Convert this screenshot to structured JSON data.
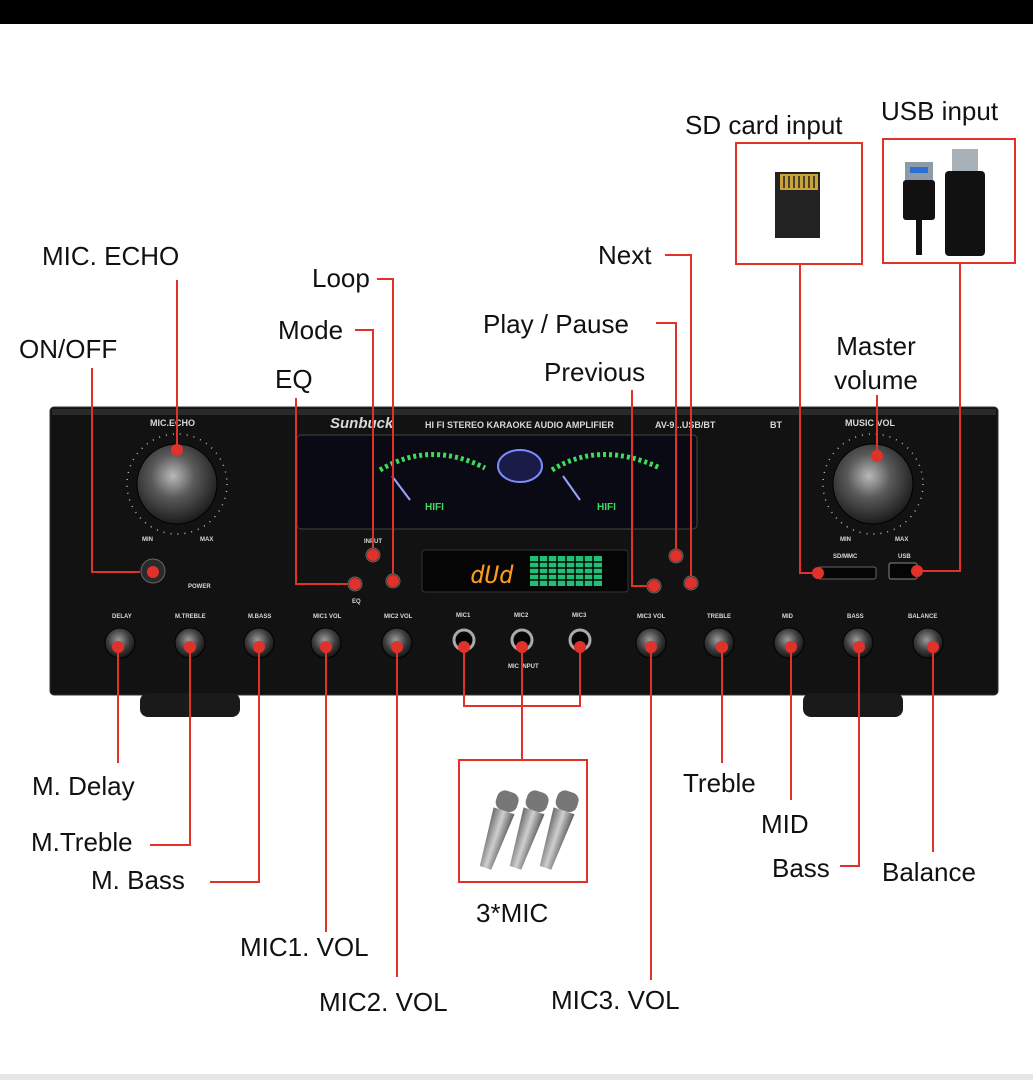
{
  "brand": "Sunbuck",
  "model_title": "HI FI STEREO KARAOKE AUDIO AMPLIFIER",
  "model_number": "AV-9...USB/BT",
  "bt_badge": "BT",
  "hifi_left": "HIFI",
  "hifi_right": "HIFI",
  "display_text": "dUd",
  "panel_labels": {
    "mic_echo": "MIC.ECHO",
    "music_vol": "MUSIC VOL",
    "power": "POWER",
    "min": "MIN",
    "max": "MAX",
    "input": "INPUT",
    "eq": "EQ",
    "sd_mmc": "SD/MMC",
    "usb": "USB",
    "mic_input": "MIC INPUT",
    "mic1": "MIC1",
    "mic2": "MIC2",
    "mic3": "MIC3",
    "knobs": [
      "DELAY",
      "M.TREBLE",
      "M.BASS",
      "MIC1 VOL",
      "MIC2 VOL",
      "MIC3 VOL",
      "TREBLE",
      "MID",
      "BASS",
      "BALANCE"
    ]
  },
  "callouts": {
    "sd_card_input": "SD card input",
    "usb_input": "USB input",
    "mic_echo": "MIC. ECHO",
    "loop": "Loop",
    "next": "Next",
    "mode": "Mode",
    "play_pause": "Play / Pause",
    "on_off": "ON/OFF",
    "master_volume_line1": "Master",
    "master_volume_line2": "volume",
    "eq": "EQ",
    "previous": "Previous",
    "m_delay": "M. Delay",
    "m_treble": "M.Treble",
    "m_bass": "M. Bass",
    "mic1_vol": "MIC1. VOL",
    "mic2_vol": "MIC2. VOL",
    "mic3_vol": "MIC3. VOL",
    "three_mic": "3*MIC",
    "treble": "Treble",
    "mid": "MID",
    "bass": "Bass",
    "balance": "Balance"
  },
  "colors": {
    "leader_line": "#e0322b",
    "panel": "#121212",
    "display_orange": "#ff9a1a",
    "display_green": "#27e08a",
    "meter_green": "#3fdc5a"
  }
}
